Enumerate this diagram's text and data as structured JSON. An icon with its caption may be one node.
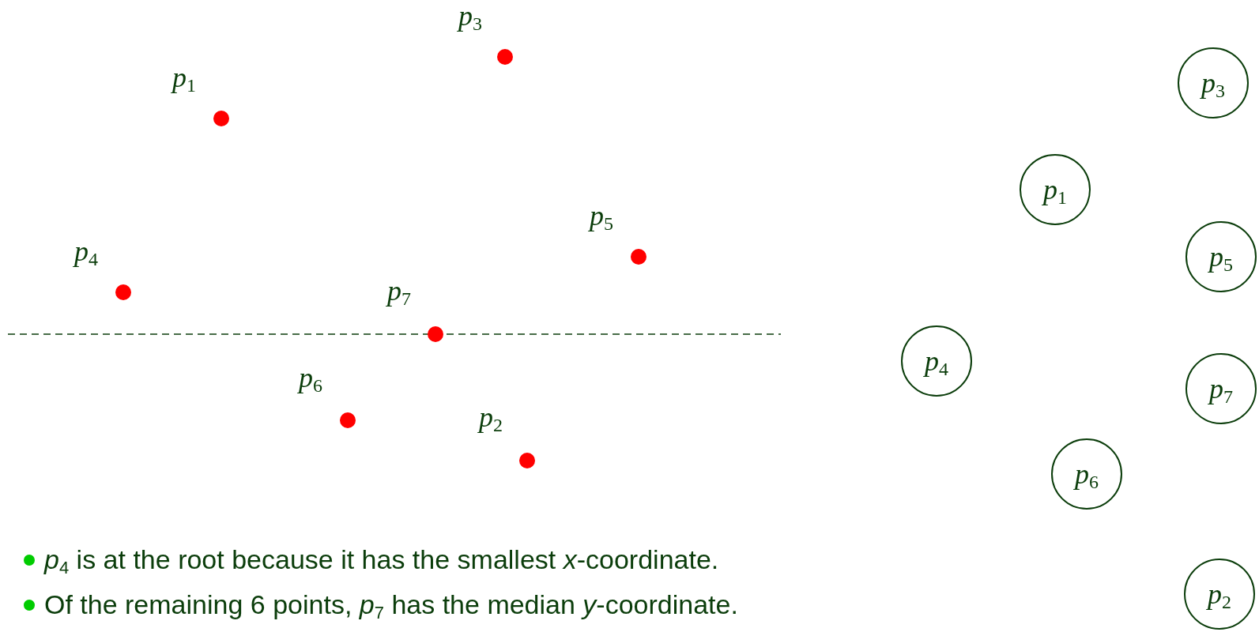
{
  "diagram": {
    "nodes": [
      {
        "text": [
          "*p*$_{3}$"
        ]
      },
      {
        "text": [
          "*p*$_{1}$"
        ]
      },
      {
        "text": [
          "*p*$_{5}$"
        ]
      },
      {
        "text": [
          "*p*$_{4}$"
        ]
      },
      {
        "text": [
          "*p*$_{7}$"
        ]
      },
      {
        "text": [
          "*p*$_{6}$"
        ]
      },
      {
        "text": [
          "*p*$_{2}$"
        ]
      }
    ],
    "labels": [
      "*p*$_{3}$",
      "*p*$_{1}$",
      "*p*$_{5}$",
      "*p*$_{4}$",
      "*p*$_{7}$",
      "*p*$_{6}$",
      "*p*$_{2}$",
      "*p*$_{4}$ is at the root because it has the smallest *x*-coordinate.",
      "Of the remaining 6 points, *p*$_{7}$ has the median *y*-coordinate."
    ]
  }
}
